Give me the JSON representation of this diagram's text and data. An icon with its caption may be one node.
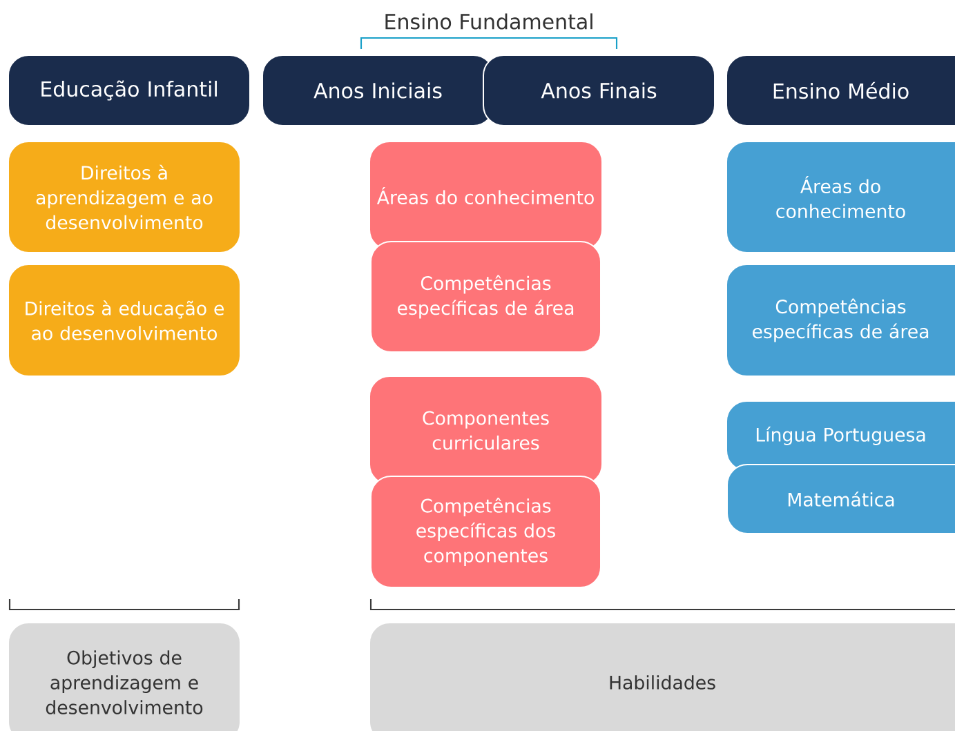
{
  "diagram": {
    "nodes": [
      {
        "text": [
          "Educação Infantil"
        ]
      },
      {
        "text": [
          "Anos Iniciais"
        ]
      },
      {
        "text": [
          "Anos Finais"
        ]
      },
      {
        "text": [
          "Ensino Médio"
        ]
      },
      {
        "text": [
          "Direitos à aprendizagem e ao desenvolvimento"
        ]
      },
      {
        "text": [
          "Direitos à educação e ao desenvolvimento"
        ]
      },
      {
        "text": [
          "Áreas do conhecimento"
        ]
      },
      {
        "text": [
          "Competências específicas de área"
        ]
      },
      {
        "text": [
          "Componentes curriculares"
        ]
      },
      {
        "text": [
          "Competências específicas dos componentes"
        ]
      },
      {
        "text": [
          "Áreas do conhecimento"
        ]
      },
      {
        "text": [
          "Competências específicas de área"
        ]
      },
      {
        "text": [
          "Língua Portuguesa"
        ]
      },
      {
        "text": [
          "Matemática"
        ]
      },
      {
        "text": [
          "Objetivos de aprendizagem e desenvolvimento"
        ]
      },
      {
        "text": [
          "Habilidades"
        ]
      }
    ],
    "labels": [
      "Ensino Fundamental"
    ]
  }
}
